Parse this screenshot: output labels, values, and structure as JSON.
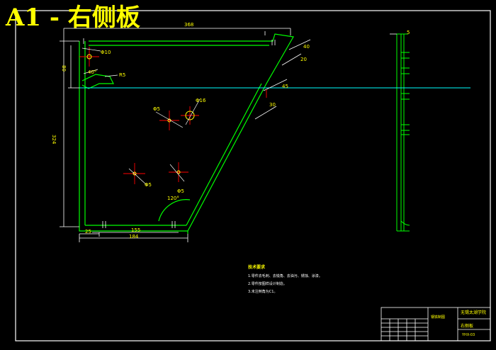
{
  "title": {
    "code": "A1",
    "dash": "-",
    "name": "右侧板"
  },
  "dimensions": {
    "overall_width": "368",
    "height_left": "324",
    "height_upper": "80",
    "hole_top": "Φ10",
    "hole_right": "Φ16",
    "hole_left": "Φ5",
    "hole_lower_right": "Φ5",
    "hole_lower_left": "Φ5",
    "radius": "R5",
    "angle_top": "40°",
    "angle_bottom": "120°",
    "bottom_a": "25",
    "bottom_b": "155",
    "bottom_c": "184",
    "slant_a": "30",
    "slant_b": "20",
    "slant_c": "45",
    "slant_d": "40",
    "side_top": "5"
  },
  "notes": {
    "title": "技术要求",
    "items": [
      "1.零件去毛刺、去锐角、去油污、锈蚀、涂漆。",
      "2.零件按图样设计制造。",
      "3.未注倒角为C1。"
    ]
  },
  "title_block": {
    "drawing_no": "YHX-03",
    "part_name": "右侧板",
    "school": "无锡太湖学院",
    "material": "钢铁制图"
  },
  "colors": {
    "background": "#000000",
    "outline": "#00ff00",
    "dimension": "#ffffff",
    "center": "#ff0000",
    "axis": "#00ffff",
    "title": "#ffff00"
  }
}
